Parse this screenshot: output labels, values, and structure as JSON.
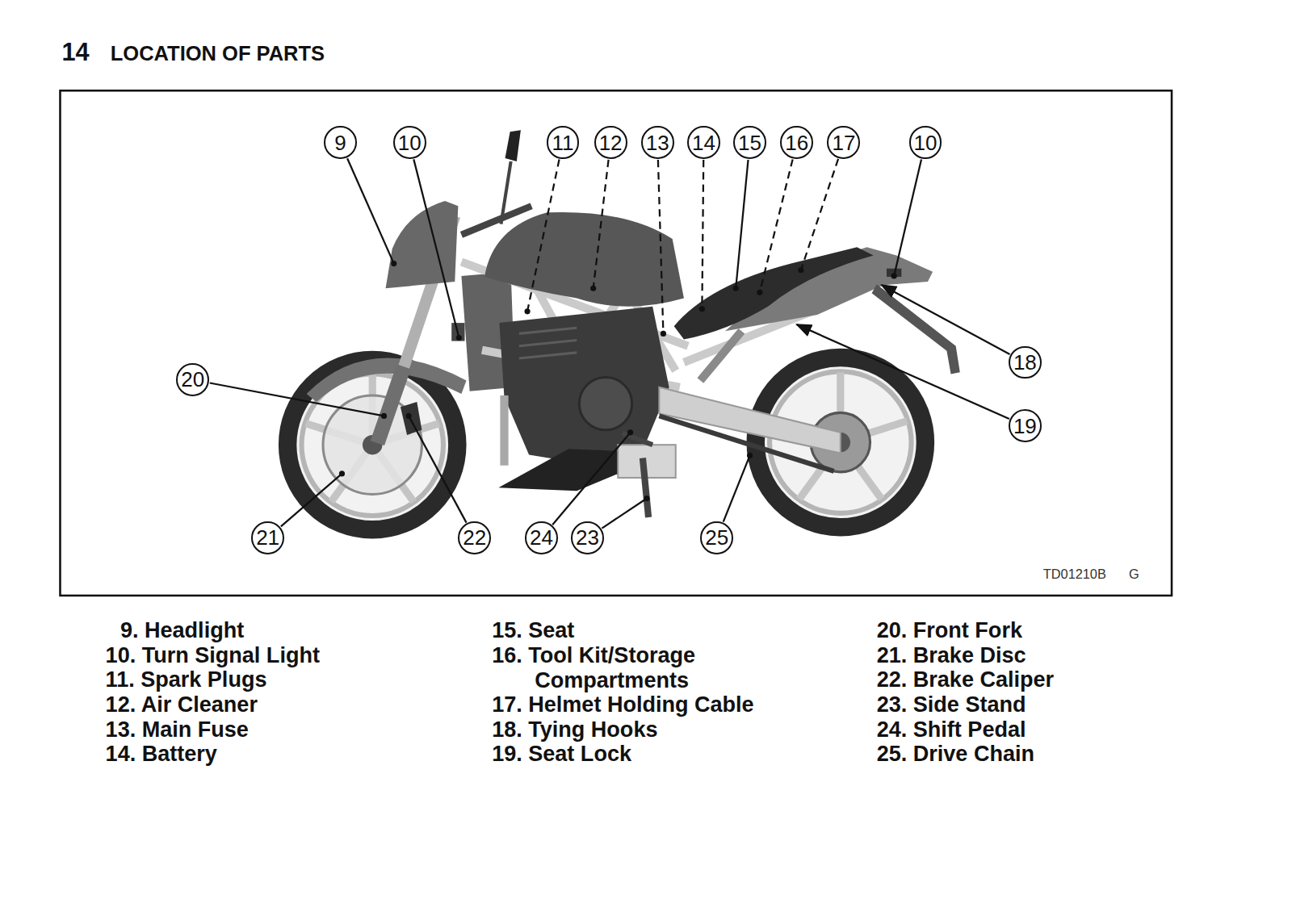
{
  "diagram": {
    "title": "LOCATION OF PARTS",
    "nodes": [
      {
        "text": [
          "9"
        ]
      },
      {
        "text": [
          "10"
        ]
      },
      {
        "text": [
          "11"
        ]
      },
      {
        "text": [
          "12"
        ]
      },
      {
        "text": [
          "13"
        ]
      },
      {
        "text": [
          "14"
        ]
      },
      {
        "text": [
          "15"
        ]
      },
      {
        "text": [
          "16"
        ]
      },
      {
        "text": [
          "17"
        ]
      },
      {
        "text": [
          "10"
        ]
      },
      {
        "text": [
          "18"
        ]
      },
      {
        "text": [
          "19"
        ]
      },
      {
        "text": [
          "20"
        ]
      },
      {
        "text": [
          "21"
        ]
      },
      {
        "text": [
          "22"
        ]
      },
      {
        "text": [
          "24"
        ]
      },
      {
        "text": [
          "23"
        ]
      },
      {
        "text": [
          "25"
        ]
      }
    ],
    "labels": [
      "14",
      "9. Headlight",
      "10. Turn Signal Light",
      "11. Spark Plugs",
      "12. Air Cleaner",
      "13. Main Fuse",
      "14. Battery",
      "15. Seat",
      "16. Tool Kit/Storage Compartments",
      "17. Helmet Holding Cable",
      "18. Tying Hooks",
      "19. Seat Lock",
      "20. Front Fork",
      "21. Brake Disc",
      "22. Brake Caliper",
      "23. Side Stand",
      "24. Shift Pedal",
      "25. Drive Chain",
      "TD01210B",
      "G"
    ]
  }
}
